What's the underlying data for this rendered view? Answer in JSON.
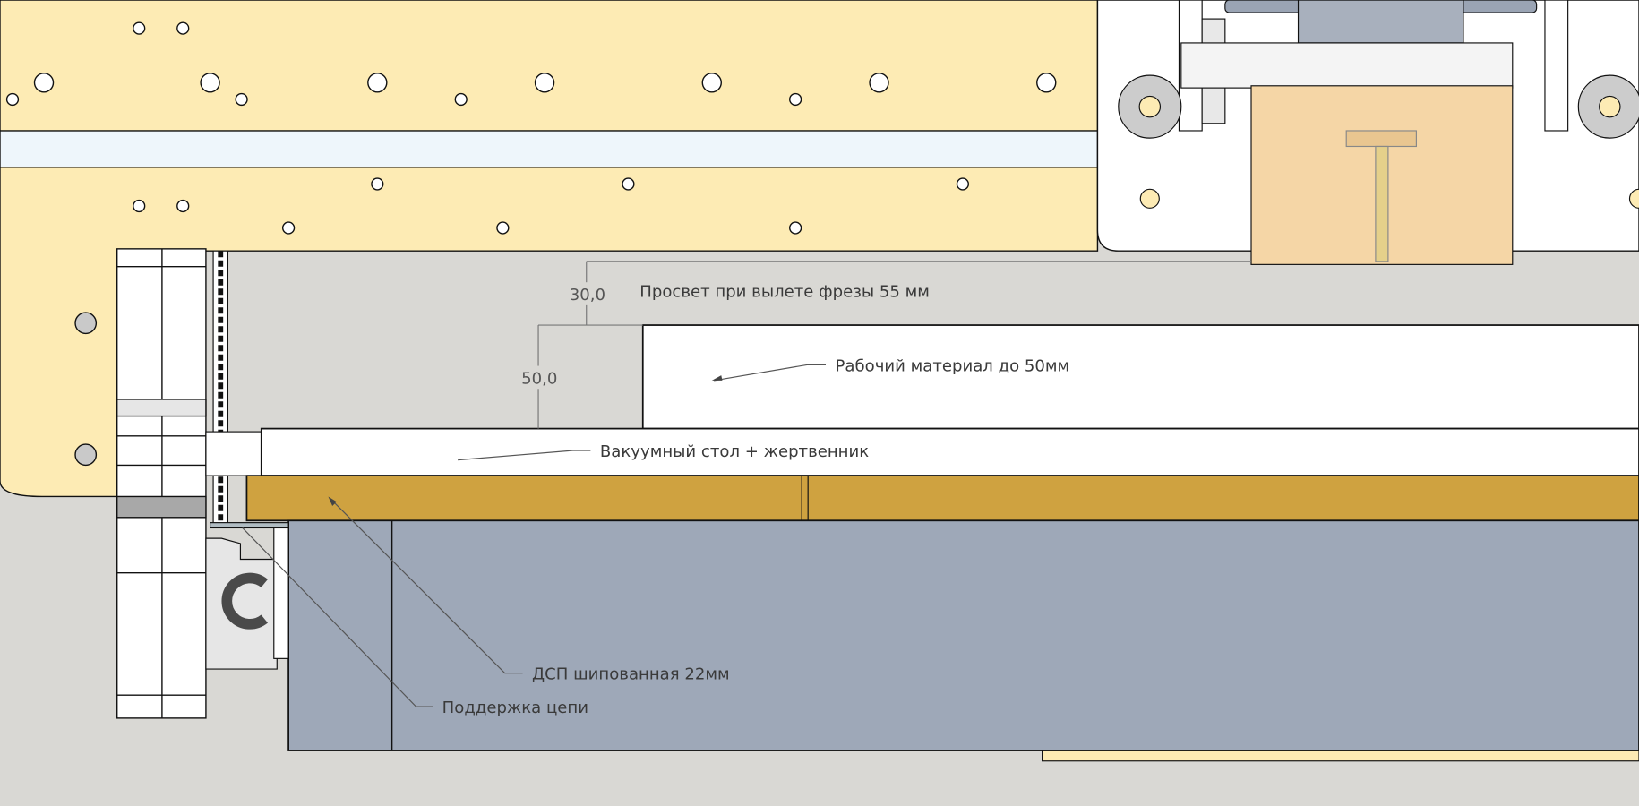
{
  "dimensions": {
    "clearance": "30,0",
    "material_height": "50,0"
  },
  "labels": {
    "clearance_note": "Просвет при вылете фрезы 55 мм",
    "material": "Рабочий материал до 50мм",
    "vacuum_table": "Вакуумный стол + жертвенник",
    "chipboard": "ДСП шипованная 22мм",
    "chain_support": "Поддержка цепи"
  },
  "colors": {
    "background": "#d9d8d4",
    "plate": "#fdebb4",
    "chipboard": "#cfa240",
    "base": "#9ea8b8",
    "router_body": "#f5d6a6"
  }
}
